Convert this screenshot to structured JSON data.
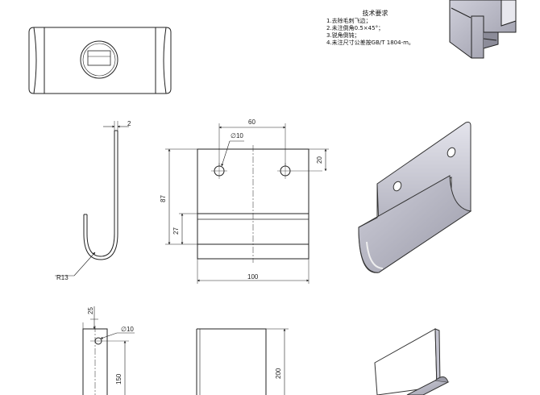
{
  "tech_requirements": {
    "title": "技术要求",
    "lines": [
      "1.去除毛刺飞边；",
      "2.未注倒角0.5×45°；",
      "3.锐角倒钝；",
      "4.未注尺寸公差按GB/T 1804-m。"
    ]
  },
  "dimensions": {
    "side_thickness": "2",
    "side_radius": "R13",
    "front_hole_spacing": "60",
    "front_hole_dia": "∅10",
    "front_hole_offset": "20",
    "front_height": "87",
    "front_lower_height": "27",
    "front_width": "100",
    "lower_top_offset": "25",
    "lower_hole_dia": "∅10",
    "lower_height_left": "150",
    "lower_height_right": "200"
  },
  "colors": {
    "line": "#222222",
    "metal_light": "#dcdce6",
    "metal_mid": "#b9b9c6",
    "metal_dark": "#8c8c99"
  }
}
